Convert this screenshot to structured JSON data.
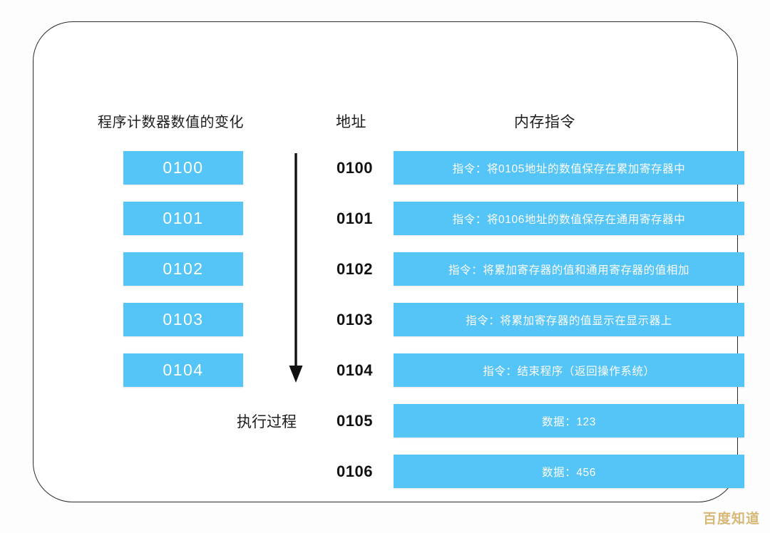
{
  "headings": {
    "program_counter": "程序计数器数值的变化",
    "address": "地址",
    "memory_instruction": "内存指令"
  },
  "program_counter": {
    "values": [
      "0100",
      "0101",
      "0102",
      "0103",
      "0104"
    ]
  },
  "arrow": {
    "label": "执行过程",
    "direction": "down",
    "icon": "down-arrow-icon"
  },
  "memory": {
    "rows": [
      {
        "address": "0100",
        "content": "指令：将0105地址的数值保存在累加寄存器中"
      },
      {
        "address": "0101",
        "content": "指令：将0106地址的数值保存在通用寄存器中"
      },
      {
        "address": "0102",
        "content": "指令：将累加寄存器的值和通用寄存器的值相加"
      },
      {
        "address": "0103",
        "content": "指令：将累加寄存器的值显示在显示器上"
      },
      {
        "address": "0104",
        "content": "指令：结束程序（返回操作系统）"
      },
      {
        "address": "0105",
        "content": "数据：123"
      },
      {
        "address": "0106",
        "content": "数据：456"
      }
    ]
  },
  "watermark": {
    "text": "百度知道"
  },
  "colors": {
    "box_blue": "#55c4f7",
    "box_text": "#ffffff",
    "card_border": "#2b2b2b",
    "watermark": "#d8b777",
    "background": "#fdfdfd"
  }
}
